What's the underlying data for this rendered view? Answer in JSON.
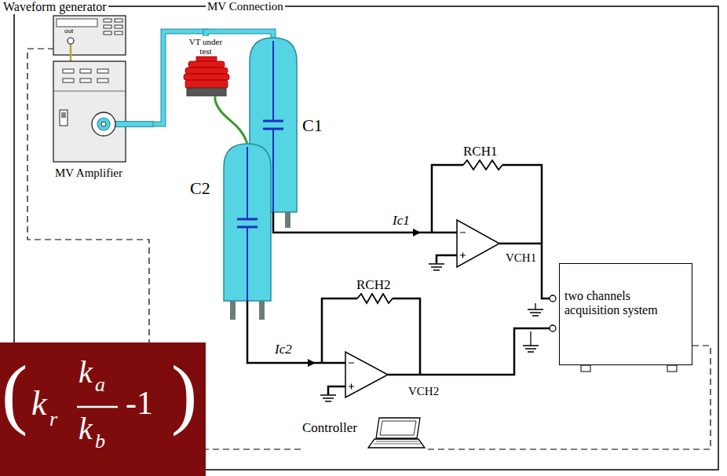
{
  "diagram": {
    "nodes": [
      {
        "text": [
          "Waveform generator",
          "out"
        ]
      },
      {
        "text": [
          "MV Amplifier"
        ]
      },
      {
        "text": [
          "VT under test"
        ]
      },
      {
        "text": [
          "C1"
        ]
      },
      {
        "text": [
          "C2"
        ]
      },
      {
        "text": [
          "two channels acquisition system"
        ]
      },
      {
        "text": [
          "Controller"
        ]
      },
      {
        "text": [
          "(",
          "k",
          "r",
          "k",
          "a",
          "k",
          "b",
          "-1",
          ")"
        ]
      }
    ],
    "edges": [
      {
        "from": 0,
        "to": 1,
        "arrow": "none"
      },
      {
        "from": 1,
        "to": 2,
        "arrow": "none"
      },
      {
        "from": 2,
        "to": 3,
        "arrow": "none"
      },
      {
        "from": 2,
        "to": 4,
        "arrow": "none"
      },
      {
        "from": 6,
        "to": 0,
        "arrow": "none"
      },
      {
        "from": 6,
        "to": 5,
        "arrow": "none"
      }
    ],
    "labels": [
      "MV Connection",
      "RCH1",
      "Ic1",
      "VCH1",
      "RCH2",
      "Ic2",
      "VCH2"
    ]
  }
}
